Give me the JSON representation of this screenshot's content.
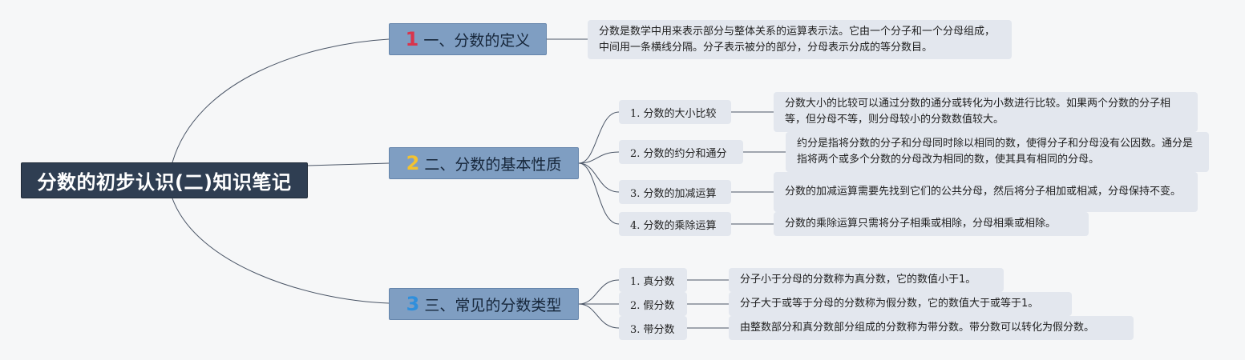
{
  "root": {
    "title": "分数的初步认识(二)知识笔记"
  },
  "sections": [
    {
      "number": "1",
      "number_color": "#d9354c",
      "title": "一、分数的定义",
      "description": "分数是数学中用来表示部分与整体关系的运算表示法。它由一个分子和一个分母组成，中间用一条横线分隔。分子表示被分的部分，分母表示分成的等分数目。"
    },
    {
      "number": "2",
      "number_color": "#f2c230",
      "title": "二、分数的基本性质",
      "items": [
        {
          "label": "1. 分数的大小比较",
          "description": "分数大小的比较可以通过分数的通分或转化为小数进行比较。如果两个分数的分子相等，但分母不等，则分母较小的分数数值较大。"
        },
        {
          "label": "2. 分数的约分和通分",
          "description": "约分是指将分数的分子和分母同时除以相同的数，使得分子和分母没有公因数。通分是指将两个或多个分数的分母改为相同的数，使其具有相同的分母。"
        },
        {
          "label": "3. 分数的加减运算",
          "description": "分数的加减运算需要先找到它们的公共分母，然后将分子相加或相减，分母保持不变。"
        },
        {
          "label": "4. 分数的乘除运算",
          "description": "分数的乘除运算只需将分子相乘或相除，分母相乘或相除。"
        }
      ]
    },
    {
      "number": "3",
      "number_color": "#2f8fdc",
      "title": "三、常见的分数类型",
      "items": [
        {
          "label": "1. 真分数",
          "description": "分子小于分母的分数称为真分数，它的数值小于1。"
        },
        {
          "label": "2. 假分数",
          "description": "分子大于或等于分母的分数称为假分数，它的数值大于或等于1。"
        },
        {
          "label": "3. 带分数",
          "description": "由整数部分和真分数部分组成的分数称为带分数。带分数可以转化为假分数。"
        }
      ]
    }
  ],
  "colors": {
    "line": "#4a5566",
    "root_bg": "#2f3e52",
    "main_bg": "#7f9ec2",
    "leaf_bg": "#e3e7ee"
  }
}
